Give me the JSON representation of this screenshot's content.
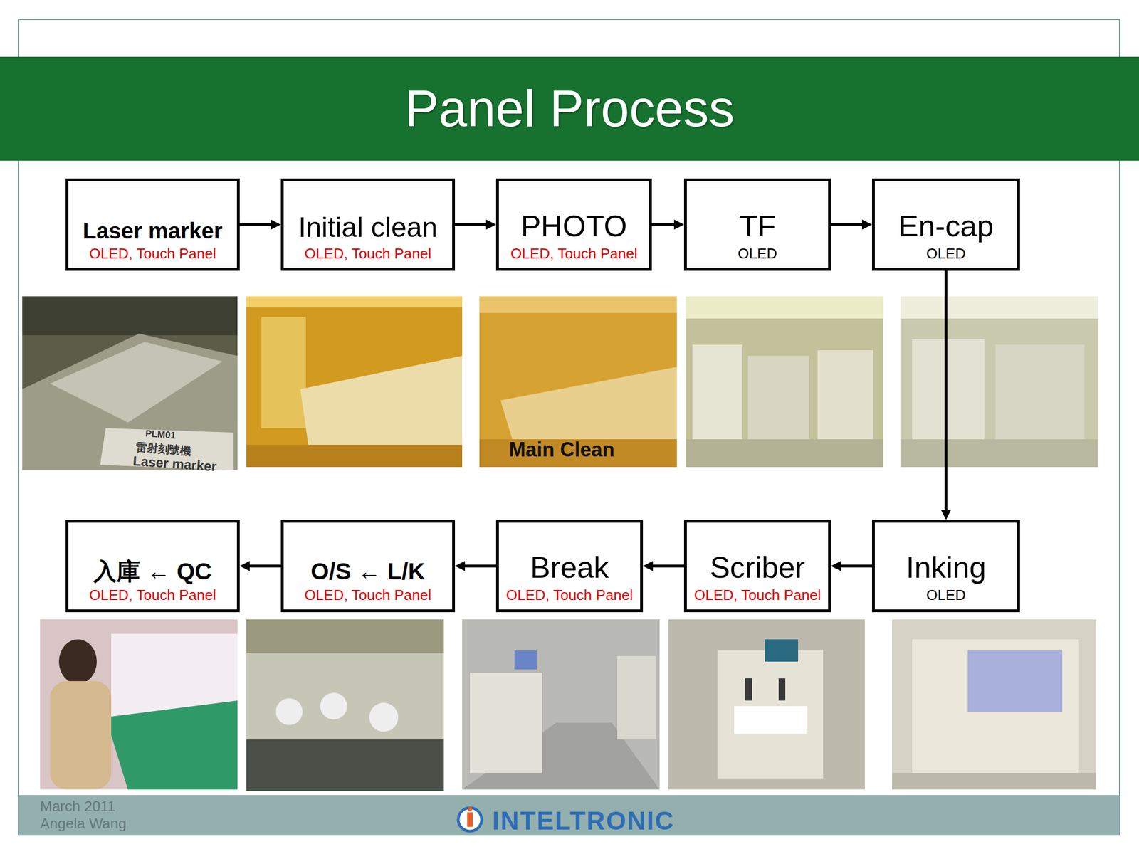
{
  "diagram": {
    "title": "Panel Process",
    "nodes": [
      {
        "text": [
          "Laser marker",
          "OLED, Touch Panel"
        ]
      },
      {
        "text": [
          "Initial clean",
          "OLED, Touch Panel"
        ]
      },
      {
        "text": [
          "PHOTO",
          "OLED, Touch Panel"
        ]
      },
      {
        "text": [
          "TF",
          "OLED"
        ]
      },
      {
        "text": [
          "En-cap",
          "OLED"
        ]
      },
      {
        "text": [
          "Inking",
          "OLED"
        ]
      },
      {
        "text": [
          "Scriber",
          "OLED, Touch Panel"
        ]
      },
      {
        "text": [
          "Break",
          "OLED, Touch Panel"
        ]
      },
      {
        "text": [
          "O/S ← L/K",
          "OLED, Touch Panel"
        ]
      },
      {
        "text": [
          "入庫 ← QC",
          "OLED, Touch Panel"
        ]
      }
    ],
    "edges": [
      {
        "from": 0,
        "to": 1,
        "arrow": "to"
      },
      {
        "from": 1,
        "to": 2,
        "arrow": "to"
      },
      {
        "from": 2,
        "to": 3,
        "arrow": "to"
      },
      {
        "from": 3,
        "to": 4,
        "arrow": "to"
      },
      {
        "from": 4,
        "to": 5,
        "arrow": "to"
      },
      {
        "from": 5,
        "to": 6,
        "arrow": "to"
      },
      {
        "from": 6,
        "to": 7,
        "arrow": "to"
      },
      {
        "from": 7,
        "to": 8,
        "arrow": "to"
      },
      {
        "from": 8,
        "to": 9,
        "arrow": "to"
      }
    ],
    "labels": [
      "Main Clean",
      "PLM01",
      "雷射刻號機",
      "Laser marker",
      "March 2011",
      "Angela Wang",
      "INTELTRONIC"
    ]
  }
}
